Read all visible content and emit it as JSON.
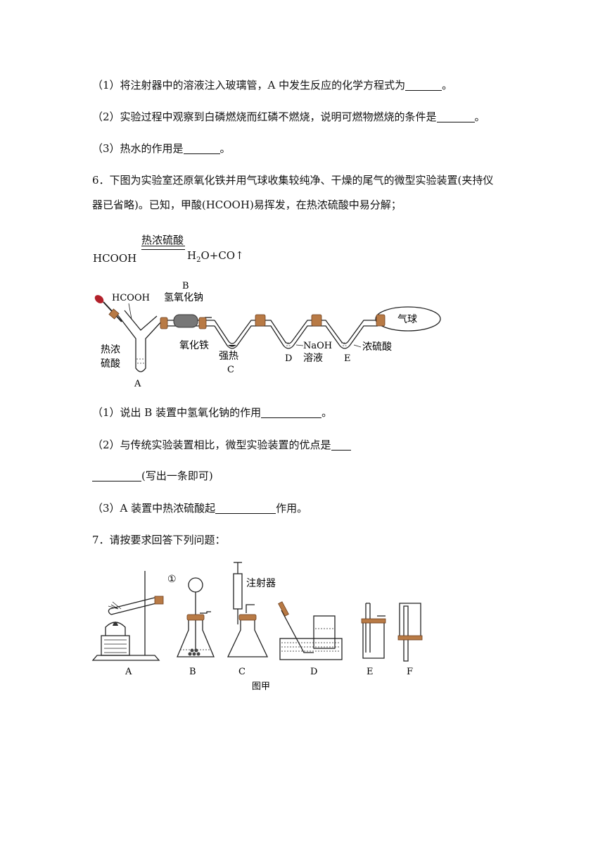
{
  "q5": {
    "s1_pre": "（1）将注射器中的溶液注入玻璃管，A 中发生反应的化学方程式为",
    "s1_post": "。",
    "s2_pre": "（2）实验过程中观察到白磷燃烧而红磷不燃烧，说明可燃物燃烧的条件是",
    "s2_post": "。",
    "s3_pre": "（3）热水的作用是",
    "s3_post": "。"
  },
  "q6": {
    "stem_line1": "6．下图为实验室还原氧化铁并用气球收集较纯净、干燥的尾气的微型实验装置(夹持仪",
    "stem_line2": "器已省略)。已知，甲酸(HCOOH)易挥发，在热浓硫酸中易分解；",
    "eq_reactant": "HCOOH",
    "eq_condition": "热浓硫酸",
    "eq_product_h": "H",
    "eq_product_sub": "2",
    "eq_product_rest": "O+CO↑",
    "fig": {
      "hcooh": "HCOOH",
      "b_letter": "B",
      "b_label": "氢氧化钠",
      "a_label_1": "热浓",
      "a_label_2": "硫酸",
      "a_letter": "A",
      "fe_label": "氧化铁",
      "heat_label": "强热",
      "c_letter": "C",
      "naoh_1": "NaOH",
      "naoh_2": "溶液",
      "d_letter": "D",
      "e_label": "浓硫酸",
      "e_letter": "E",
      "balloon": "气球"
    },
    "s1_pre": "（1）说出 B 装置中氢氧化钠的作用",
    "s1_post": "。",
    "s2_pre": "（2）与传统实验装置相比，微型实验装置的优点是",
    "s2_cont": "(写出一条即可)",
    "s3_pre": "（3）A 装置中热浓硫酸起",
    "s3_post": "作用。"
  },
  "q7": {
    "stem": "7．请按要求回答下列问题：",
    "fig": {
      "circle_1": "①",
      "syringe": "注射器",
      "letters": [
        "A",
        "B",
        "C",
        "D",
        "E",
        "F"
      ],
      "caption": "图甲"
    }
  }
}
